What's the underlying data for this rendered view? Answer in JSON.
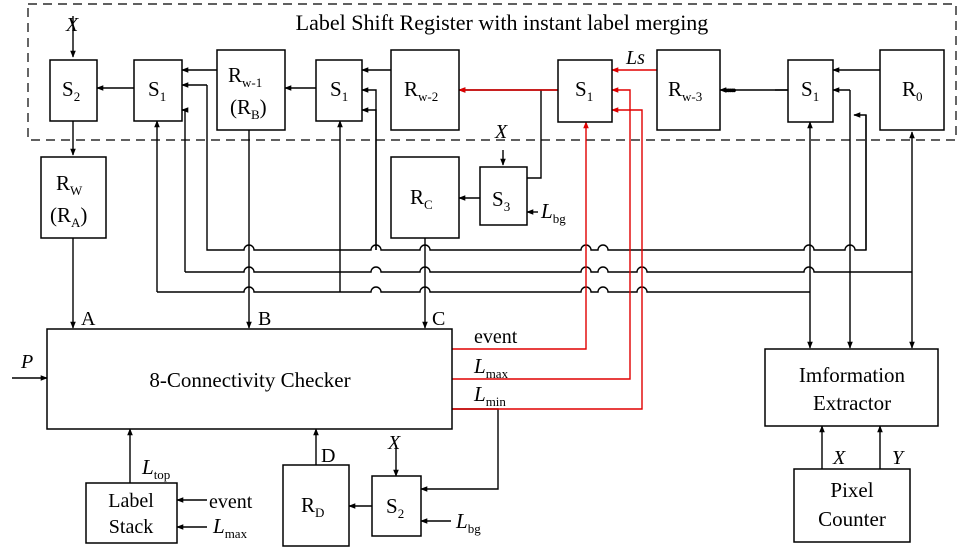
{
  "title": "Label Shift Register with instant label merging",
  "registers": {
    "r0": "R",
    "r0_sub": "0",
    "rw3": "R",
    "rw3_sub": "w-3",
    "rw2": "R",
    "rw2_sub": "w-2",
    "rw1": "R",
    "rw1_sub": "w-1",
    "rb": "(R",
    "rb_sub": "B",
    "rb_close": ")",
    "rw": "R",
    "rw_sub": "W",
    "ra": "(R",
    "ra_sub": "A",
    "ra_close": ")",
    "rc": "R",
    "rc_sub": "C",
    "rd": "R",
    "rd_sub": "D"
  },
  "selectors": {
    "s1": "S",
    "s1_sub": "1",
    "s2": "S",
    "s2_sub": "2",
    "s3": "S",
    "s3_sub": "3"
  },
  "checker": {
    "label": "8-Connectivity Checker",
    "port_a": "A",
    "port_b": "B",
    "port_c": "C",
    "port_d": "D",
    "input_p": "P"
  },
  "signals": {
    "event": "event",
    "l": "L",
    "max_sub": "max",
    "min_sub": "min",
    "top_sub": "top",
    "bg_sub": "bg",
    "ls": "Ls",
    "x": "X",
    "y": "Y"
  },
  "label_stack": {
    "line1": "Label",
    "line2": "Stack"
  },
  "info_extractor": {
    "line1": "Imformation",
    "line2": "Extractor"
  },
  "pixel_counter": {
    "line1": "Pixel",
    "line2": "Counter"
  },
  "dots": "•••••"
}
